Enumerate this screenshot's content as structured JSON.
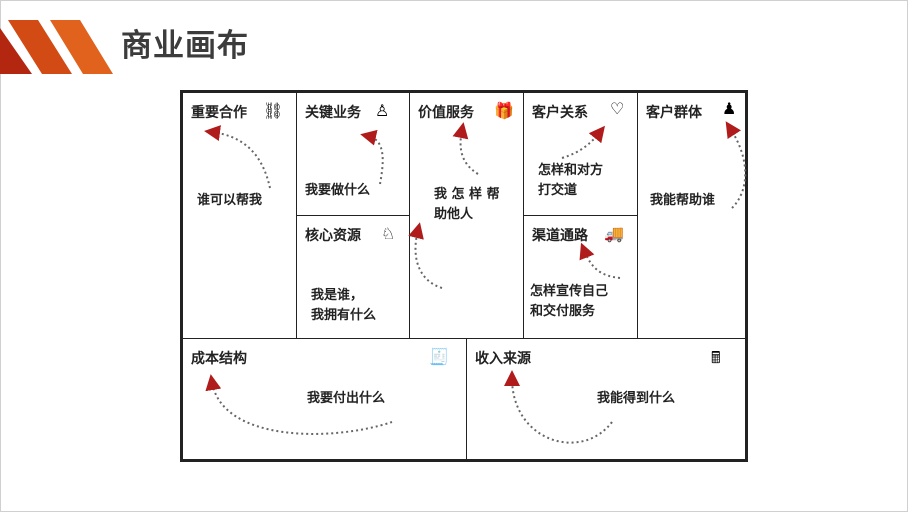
{
  "slide_title": "商业画布",
  "canvas": {
    "partners": {
      "label": "重要合作",
      "text": "谁可以帮我"
    },
    "activities": {
      "label": "关键业务",
      "text": "我要做什么"
    },
    "resources": {
      "label": "核心资源",
      "line1": "我是谁，",
      "line2": "我拥有什么"
    },
    "value": {
      "label": "价值服务",
      "line1": "我 怎 样 帮",
      "line2": "助他人"
    },
    "relationships": {
      "label": "客户关系",
      "line1": "怎样和对方",
      "line2": "打交道"
    },
    "channels": {
      "label": "渠道通路",
      "line1": "怎样宣传自己",
      "line2": "和交付服务"
    },
    "segments": {
      "label": "客户群体",
      "text": "我能帮助谁"
    },
    "costs": {
      "label": "成本结构",
      "text": "我要付出什么"
    },
    "revenue": {
      "label": "收入来源",
      "text": "我能得到什么"
    }
  },
  "colors": {
    "accent": "#d9531e",
    "arrow": "#b01c1c"
  }
}
